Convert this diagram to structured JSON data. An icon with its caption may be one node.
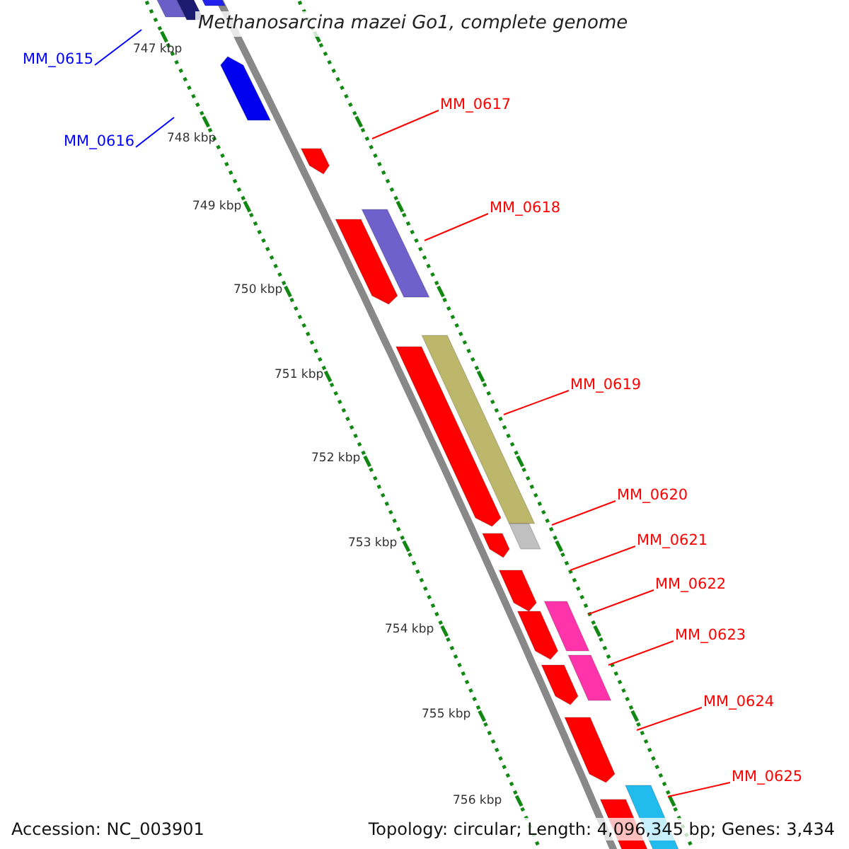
{
  "diagram": {
    "title": "Methanosarcina mazei Go1, complete genome",
    "nodes": [
      {
        "text": [
          "MM_0615"
        ]
      },
      {
        "text": [
          "MM_0616"
        ]
      },
      {
        "text": [
          "MM_0617"
        ]
      },
      {
        "text": [
          "MM_0618"
        ]
      },
      {
        "text": [
          "MM_0619"
        ]
      },
      {
        "text": [
          "MM_0620"
        ]
      },
      {
        "text": [
          "MM_0621"
        ]
      },
      {
        "text": [
          "MM_0622"
        ]
      },
      {
        "text": [
          "MM_0623"
        ]
      },
      {
        "text": [
          "MM_0624"
        ]
      },
      {
        "text": [
          "MM_0625"
        ]
      }
    ],
    "edges": [
      {
        "from": 0,
        "to": null,
        "arrow": "none",
        "color": "#0000ff"
      },
      {
        "from": 1,
        "to": null,
        "arrow": "none",
        "color": "#0000ff"
      },
      {
        "from": 2,
        "to": null,
        "arrow": "none"
      },
      {
        "from": 3,
        "to": null,
        "arrow": "none"
      },
      {
        "from": 4,
        "to": null,
        "arrow": "none"
      },
      {
        "from": 5,
        "to": null,
        "arrow": "none"
      },
      {
        "from": 6,
        "to": null,
        "arrow": "none"
      },
      {
        "from": 7,
        "to": null,
        "arrow": "none"
      },
      {
        "from": 8,
        "to": null,
        "arrow": "none"
      },
      {
        "from": 9,
        "to": null,
        "arrow": "none"
      },
      {
        "from": 10,
        "to": null,
        "arrow": "none"
      }
    ],
    "labels": [
      "747 kbp",
      "748 kbp",
      "749 kbp",
      "750 kbp",
      "751 kbp",
      "752 kbp",
      "753 kbp",
      "754 kbp",
      "755 kbp",
      "756 kbp",
      "Accession: NC_003901",
      "Topology: circular; Length: 4,096,345 bp; Genes: 3,434"
    ]
  }
}
